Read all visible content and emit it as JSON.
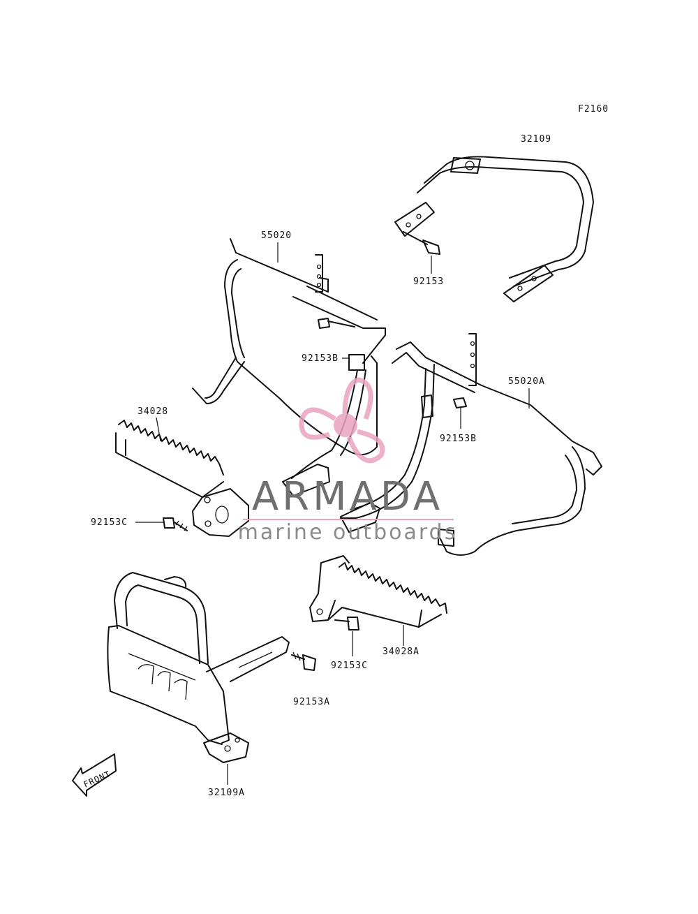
{
  "figure_code": "F2160",
  "part_labels": {
    "p32109": "32109",
    "p92153": "92153",
    "p55020": "55020",
    "p92153B_upper": "92153B",
    "p55020A": "55020A",
    "p92153B_lower": "92153B",
    "p34028": "34028",
    "p92153C_left": "92153C",
    "p92153C_right": "92153C",
    "p34028A": "34028A",
    "p92153A": "92153A",
    "p32109A": "32109A"
  },
  "front_arrow": {
    "label": "FRONT"
  },
  "watermark": {
    "brand": "ARMADA",
    "tagline": "marine outboards",
    "brand_color": "#6f6f6f",
    "accent_color": "#e9a3c0"
  },
  "colors": {
    "line": "#111111",
    "background": "#ffffff"
  }
}
